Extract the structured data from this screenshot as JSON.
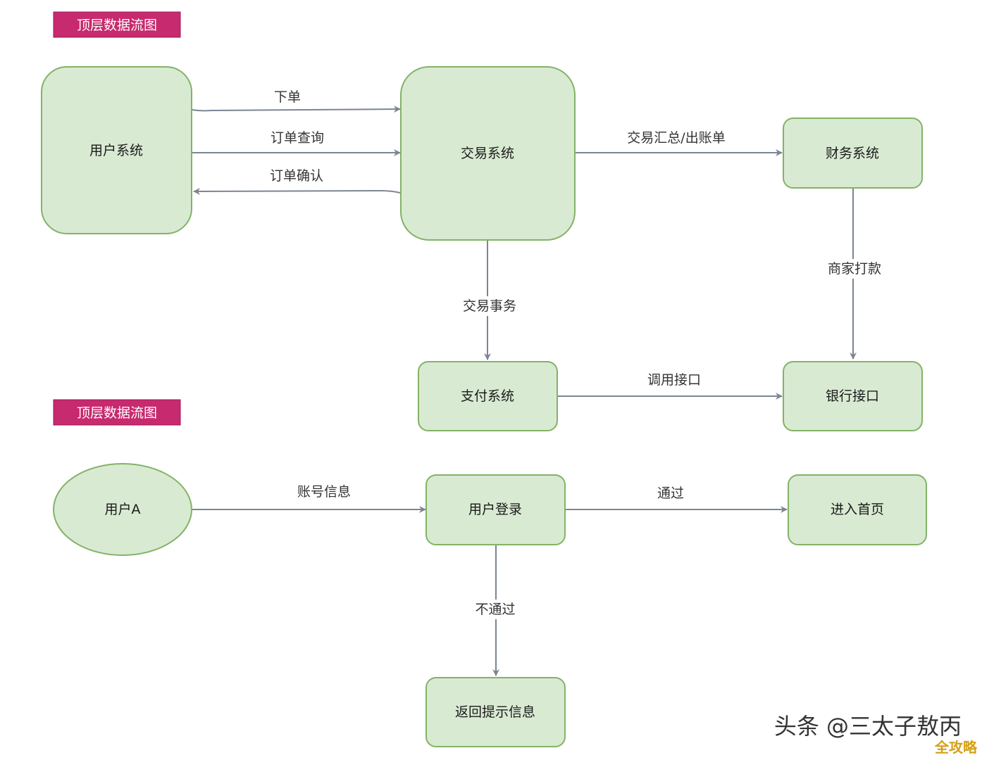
{
  "colors": {
    "node_fill": "#d9ead3",
    "node_stroke": "#82b366",
    "edge": "#7c8593",
    "tag": "#c72a6e"
  },
  "tags": [
    "顶层数据流图",
    "顶层数据流图"
  ],
  "nodes": {
    "user_system": "用户系统",
    "trade_system": "交易系统",
    "finance_system": "财务系统",
    "payment_system": "支付系统",
    "bank_interface": "银行接口",
    "user_a": "用户A",
    "user_login": "用户登录",
    "home_page": "进入首页",
    "return_hint": "返回提示信息"
  },
  "edges": {
    "place_order": "下单",
    "order_query": "订单查询",
    "order_confirm": "订单确认",
    "trade_summary": "交易汇总/出账单",
    "merchant_payment": "商家打款",
    "trade_affairs": "交易事务",
    "call_interface": "调用接口",
    "account_info": "账号信息",
    "pass": "通过",
    "not_pass": "不通过"
  },
  "watermark": {
    "text": "头条 @三太子敖丙",
    "logo": "全攻略"
  }
}
